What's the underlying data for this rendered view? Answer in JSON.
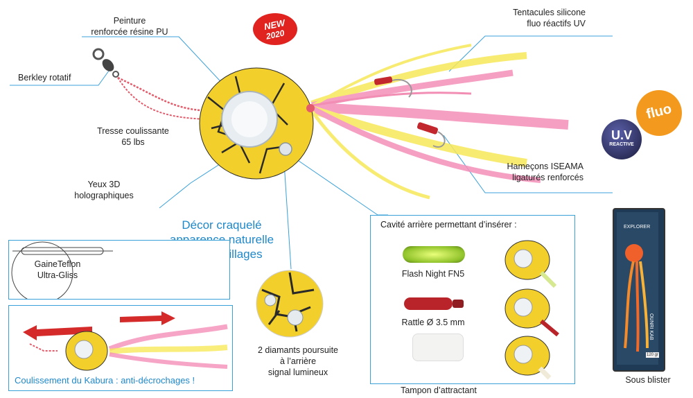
{
  "badges": {
    "new_line1": "NEW",
    "new_line2": "2020",
    "uv": "U.V",
    "uv_sub": "REACTIVE",
    "fluo": "fluo"
  },
  "callouts": {
    "paint": [
      "Peinture",
      "renforcée résine PU"
    ],
    "swivel": "Berkley rotatif",
    "braid": [
      "Tresse coulissante",
      "65 lbs"
    ],
    "eyes": [
      "Yeux 3D",
      "holographiques"
    ],
    "tentacles": [
      "Tentacules silicone",
      "fluo réactifs UV"
    ],
    "hooks": [
      "Hameçons ISEAMA",
      "ligaturés renforcés"
    ],
    "decor": [
      "Décor craquelé",
      "apparence naturelle",
      "des coquillages"
    ],
    "diamonds": [
      "2 diamants poursuite",
      "à l’arrière",
      "signal lumineux"
    ],
    "blister": "Sous blister"
  },
  "gaine_box": {
    "line1": "GaineTeflon",
    "line2": "Ultra-Gliss"
  },
  "slide_box": {
    "caption": "Coulissement du Kabura : anti-décrochages !"
  },
  "cavity_box": {
    "title": "Cavité arrière permettant d’insérer :",
    "items": [
      "Flash Night FN5",
      "Rattle Ø 3.5 mm",
      "Tampon d’attractant"
    ]
  },
  "package": {
    "brand": "EXPLORER",
    "name": "OUNRI KAB",
    "weight": "120 gr"
  },
  "colors": {
    "accent_blue": "#1f88c9",
    "line_blue": "#3aa0d8",
    "yellow": "#f2cf2a",
    "pink": "#f48fb8",
    "fluo_orange": "#f39a1e",
    "new_red": "#e0231f"
  }
}
